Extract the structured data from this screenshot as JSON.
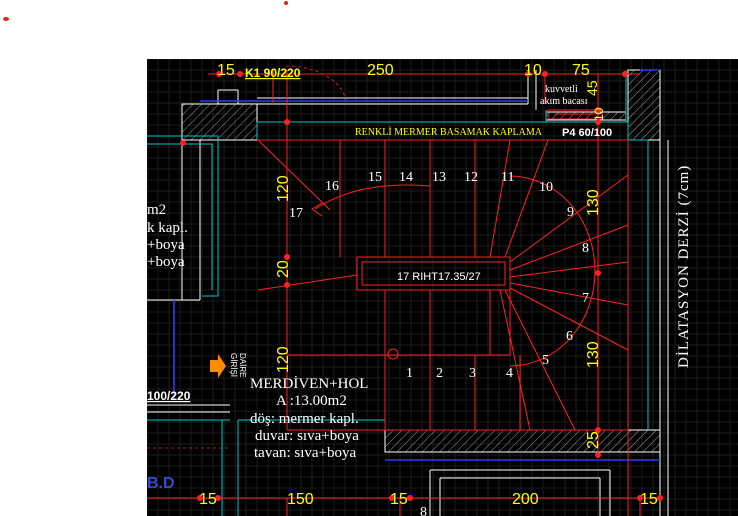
{
  "top_dims": [
    "15",
    "250",
    "10",
    "75"
  ],
  "door_k1": "K1 90/220",
  "shaft": {
    "line1": "kuvvetli",
    "line2": "akım bacası"
  },
  "dim_45": "45",
  "dim_10": "10",
  "marble_note": "RENKLİ MERMER BASAMAK KAPLAMA",
  "door_p4": "P4 60/100",
  "left_dims": [
    "120",
    "20",
    "120"
  ],
  "right_dims": [
    "130",
    "130",
    "25"
  ],
  "steps": [
    "1",
    "2",
    "3",
    "4",
    "5",
    "6",
    "7",
    "8",
    "9",
    "10",
    "11",
    "12",
    "13",
    "14",
    "15",
    "16",
    "17"
  ],
  "stair_label": "17 RIHT17.35/27",
  "expansion_joint": "DİLATASYON DERZİ (7cm)",
  "left_room": {
    "l1": "m2",
    "l2": "k kapl.",
    "l3": "+boya",
    "l4": "+boya"
  },
  "entry": {
    "l1": "DAİRE",
    "l2": "GİRİŞİ"
  },
  "door_100": "100/220",
  "room": {
    "name": "MERDİVEN+HOL",
    "area": "A :13.00m2",
    "floor": "döş: mermer kapl.",
    "wall": "duvar: sıva+boya",
    "ceiling": "tavan: sıva+boya"
  },
  "bd": "B.D",
  "bottom_dims": [
    "15",
    "150",
    "15",
    "200",
    "15"
  ],
  "bottom_note": "8",
  "colors": {
    "background": "#000000",
    "yellow": "#ffff00",
    "red": "#ff2020",
    "white": "#ffffff",
    "cyan": "#00c8c8",
    "blue": "#2a3cff",
    "grid": "#1c1c1c"
  }
}
